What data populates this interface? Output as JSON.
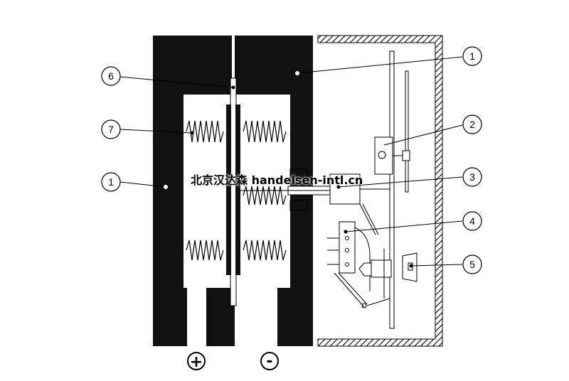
{
  "diagram": {
    "callouts": [
      {
        "id": "c1a",
        "label": "1"
      },
      {
        "id": "c2",
        "label": "2"
      },
      {
        "id": "c3",
        "label": "3"
      },
      {
        "id": "c4",
        "label": "4"
      },
      {
        "id": "c5",
        "label": "5"
      },
      {
        "id": "c6",
        "label": "6"
      },
      {
        "id": "c7",
        "label": "7"
      },
      {
        "id": "c1b",
        "label": "1"
      }
    ],
    "terminals": {
      "positive": "+",
      "negative": "-"
    },
    "watermark": "北京汉达森 handelsen-intl.cn"
  }
}
